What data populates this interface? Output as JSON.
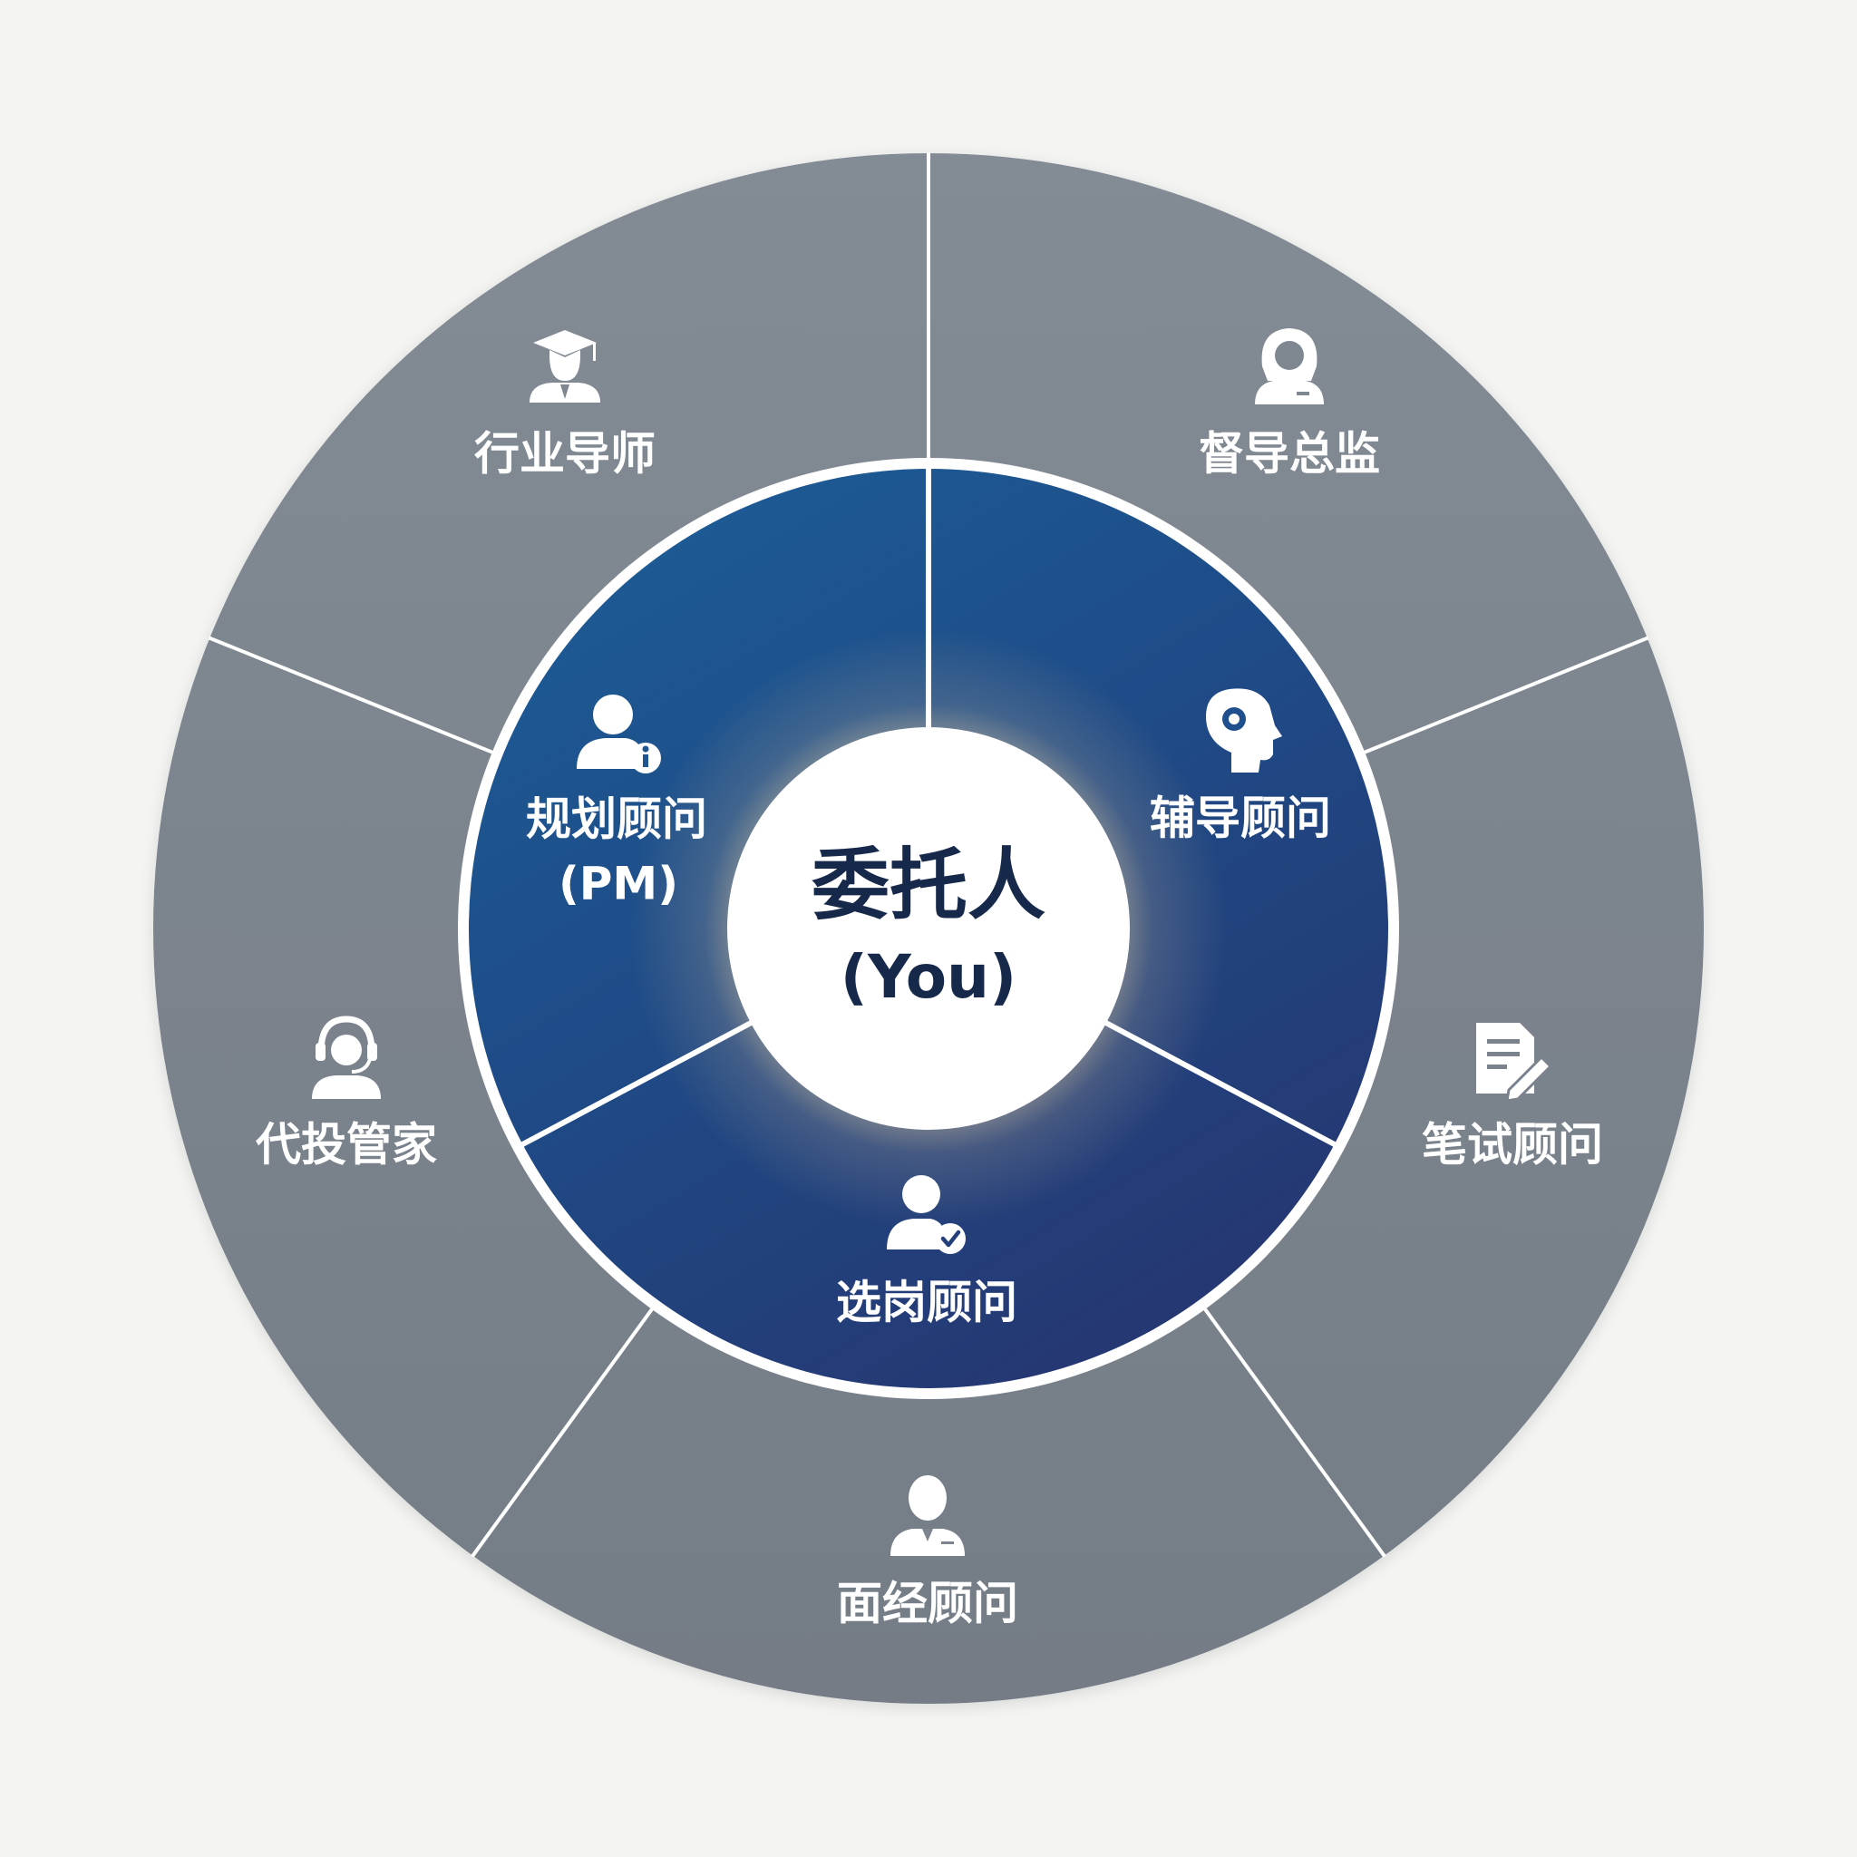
{
  "center": {
    "title": "委托人",
    "subtitle": "(You)"
  },
  "inner_ring": [
    {
      "label": "规划顾问",
      "sublabel": "(PM)",
      "icon": "user-info-icon"
    },
    {
      "label": "辅导顾问",
      "icon": "head-gear-icon"
    },
    {
      "label": "选岗顾问",
      "icon": "user-check-icon"
    }
  ],
  "outer_ring": [
    {
      "label": "行业导师",
      "icon": "graduate-icon"
    },
    {
      "label": "督导总监",
      "icon": "woman-icon"
    },
    {
      "label": "笔试顾问",
      "icon": "document-edit-icon"
    },
    {
      "label": "面经顾问",
      "icon": "businessman-icon"
    },
    {
      "label": "代投管家",
      "icon": "headset-icon"
    }
  ],
  "colors": {
    "background": "#f4f5f3",
    "outer_fill": "#7b838d",
    "inner_fill_top": "#1c5f98",
    "inner_fill_bottom": "#213a74",
    "center_fill": "#ffffff",
    "center_text": "#16294a",
    "divider": "#ffffff"
  }
}
